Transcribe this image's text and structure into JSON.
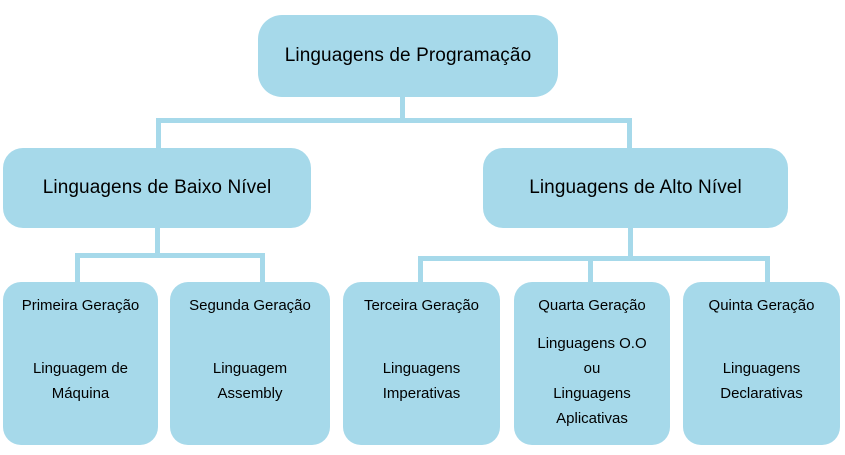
{
  "diagram": {
    "title_hint": "Tree diagram of programming language generations",
    "colors": {
      "box_fill": "#a6d9ea",
      "connector": "#a6d9ea",
      "text": "#000000",
      "background": "#ffffff"
    },
    "root": {
      "label": "Linguagens de Programação"
    },
    "level2": [
      {
        "label": "Linguagens de Baixo Nível"
      },
      {
        "label": "Linguagens de Alto Nível"
      }
    ],
    "level3": [
      {
        "title": "Primeira Geração",
        "body": "Linguagem de\nMáquina"
      },
      {
        "title": "Segunda Geração",
        "body": "Linguagem\nAssembly"
      },
      {
        "title": "Terceira Geração",
        "body": "Linguagens\nImperativas"
      },
      {
        "title": "Quarta Geração",
        "body": "Linguagens O.O\nou\nLinguagens\nAplicativas"
      },
      {
        "title": "Quinta Geração",
        "body": "Linguagens\nDeclarativas"
      }
    ]
  }
}
